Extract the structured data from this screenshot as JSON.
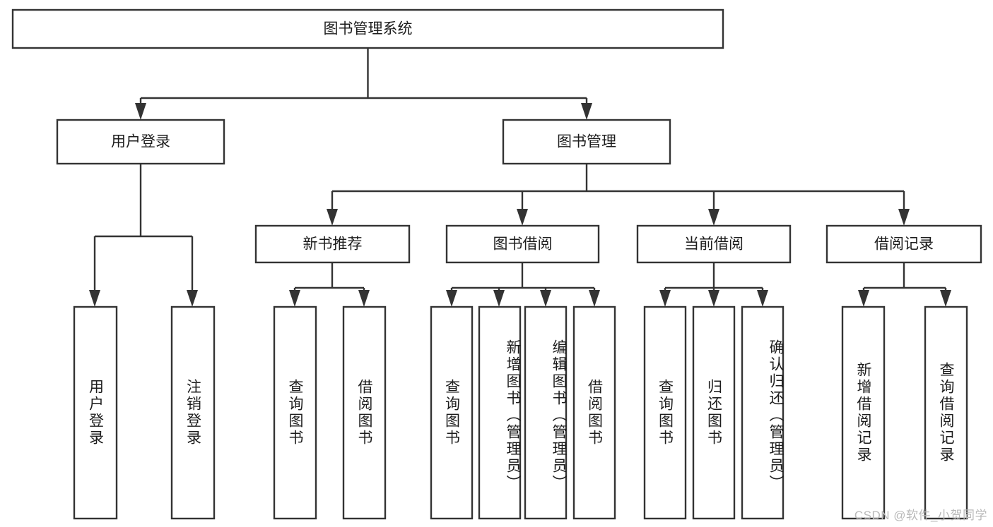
{
  "diagram": {
    "type": "tree-hierarchy-chart",
    "title": "图书管理系统",
    "root": {
      "label": "图书管理系统",
      "orientation": "horizontal"
    },
    "level2": [
      {
        "label": "用户登录",
        "orientation": "horizontal"
      },
      {
        "label": "图书管理",
        "orientation": "horizontal"
      }
    ],
    "level3": [
      {
        "label": "新书推荐",
        "orientation": "horizontal"
      },
      {
        "label": "图书借阅",
        "orientation": "horizontal"
      },
      {
        "label": "当前借阅",
        "orientation": "horizontal"
      },
      {
        "label": "借阅记录",
        "orientation": "horizontal"
      }
    ],
    "leaves": {
      "user_login": [
        {
          "label": "用户登录",
          "orientation": "vertical"
        },
        {
          "label": "注销登录",
          "orientation": "vertical"
        }
      ],
      "new_book_recommend": [
        {
          "label": "查询图书",
          "orientation": "vertical"
        },
        {
          "label": "借阅图书",
          "orientation": "vertical"
        }
      ],
      "book_borrow": [
        {
          "label": "查询图书",
          "orientation": "vertical"
        },
        {
          "label": "新增图书（管理员）",
          "orientation": "vertical"
        },
        {
          "label": "编辑图书（管理员）",
          "orientation": "vertical"
        },
        {
          "label": "借阅图书",
          "orientation": "vertical"
        }
      ],
      "current_borrow": [
        {
          "label": "查询图书",
          "orientation": "vertical"
        },
        {
          "label": "归还图书",
          "orientation": "vertical"
        },
        {
          "label": "确认归还（管理员）",
          "orientation": "vertical"
        }
      ],
      "borrow_record": [
        {
          "label": "新增借阅记录",
          "orientation": "vertical"
        },
        {
          "label": "查询借阅记录",
          "orientation": "vertical"
        }
      ]
    },
    "colors": {
      "box_stroke": "#333333",
      "box_fill": "#ffffff",
      "text": "#1d1d1d",
      "connector": "#333333",
      "watermark": "#b9b9b9",
      "background": "#ffffff"
    }
  },
  "watermark": {
    "text": "CSDN @软件_小贺同学"
  }
}
